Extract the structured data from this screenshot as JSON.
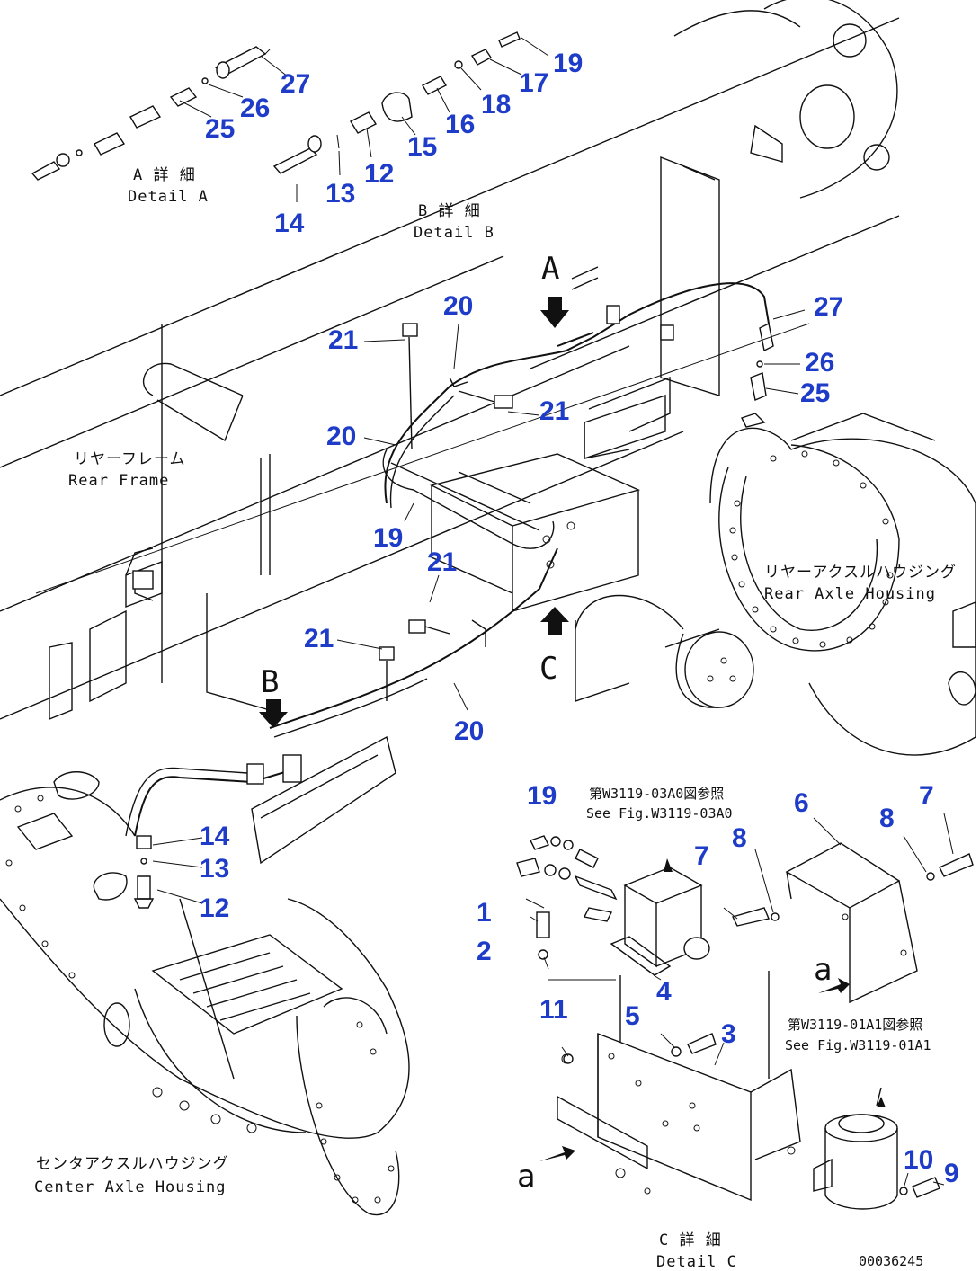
{
  "callouts": [
    {
      "id": "c27a",
      "text": "27"
    },
    {
      "id": "c26a",
      "text": "26"
    },
    {
      "id": "c25a",
      "text": "25"
    },
    {
      "id": "c19a",
      "text": "19"
    },
    {
      "id": "c17a",
      "text": "17"
    },
    {
      "id": "c18a",
      "text": "18"
    },
    {
      "id": "c16a",
      "text": "16"
    },
    {
      "id": "c15a",
      "text": "15"
    },
    {
      "id": "c12a",
      "text": "12"
    },
    {
      "id": "c13a",
      "text": "13"
    },
    {
      "id": "c14a",
      "text": "14"
    },
    {
      "id": "c20a",
      "text": "20"
    },
    {
      "id": "c21a",
      "text": "21"
    },
    {
      "id": "c21b",
      "text": "21"
    },
    {
      "id": "c20b",
      "text": "20"
    },
    {
      "id": "c27b",
      "text": "27"
    },
    {
      "id": "c26b",
      "text": "26"
    },
    {
      "id": "c25b",
      "text": "25"
    },
    {
      "id": "c19b",
      "text": "19"
    },
    {
      "id": "c21c",
      "text": "21"
    },
    {
      "id": "c21d",
      "text": "21"
    },
    {
      "id": "c20c",
      "text": "20"
    },
    {
      "id": "c14b",
      "text": "14"
    },
    {
      "id": "c13b",
      "text": "13"
    },
    {
      "id": "c12b",
      "text": "12"
    },
    {
      "id": "c19c",
      "text": "19"
    },
    {
      "id": "c6",
      "text": "6"
    },
    {
      "id": "c7a",
      "text": "7"
    },
    {
      "id": "c8a",
      "text": "8"
    },
    {
      "id": "c7b",
      "text": "7"
    },
    {
      "id": "c8b",
      "text": "8"
    },
    {
      "id": "c1",
      "text": "1"
    },
    {
      "id": "c2",
      "text": "2"
    },
    {
      "id": "c4",
      "text": "4"
    },
    {
      "id": "c11",
      "text": "11"
    },
    {
      "id": "c5",
      "text": "5"
    },
    {
      "id": "c3",
      "text": "3"
    },
    {
      "id": "c10",
      "text": "10"
    },
    {
      "id": "c9",
      "text": "9"
    }
  ],
  "labels": {
    "detail_a_jp": "A 詳 細",
    "detail_a_en": "Detail A",
    "detail_b_jp": "B 詳 細",
    "detail_b_en": "Detail B",
    "detail_c_jp": "C 詳 細",
    "detail_c_en": "Detail C",
    "rear_frame_jp": "リヤーフレーム",
    "rear_frame_en": "Rear Frame",
    "rear_axle_jp": "リヤーアクスルハウジング",
    "rear_axle_en": "Rear Axle Housing",
    "center_axle_jp": "センタアクスルハウジング",
    "center_axle_en": "Center Axle Housing",
    "see_fig_1_jp": "第W3119-03A0図参照",
    "see_fig_1_en": "See Fig.W3119-03A0",
    "see_fig_2_jp": "第W3119-01A1図参照",
    "see_fig_2_en": "See Fig.W3119-01A1",
    "view_a": "A",
    "view_b": "B",
    "view_c": "C",
    "view_a_small_1": "a",
    "view_a_small_2": "a",
    "drawing_no": "00036245"
  }
}
